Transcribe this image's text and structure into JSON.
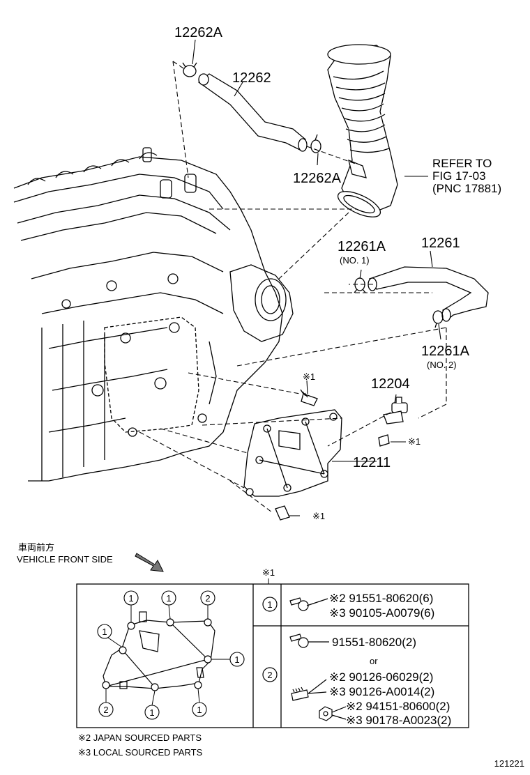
{
  "callouts": {
    "c12262a_top": "12262A",
    "c12262": "12262",
    "c12262a_mid": "12262A",
    "refer_1": "REFER TO",
    "refer_2": "FIG 17-03",
    "refer_3": "(PNC 17881)",
    "c12261a_top": "12261A",
    "c12261a_top_sub": "(NO. 1)",
    "c12261": "12261",
    "c12261a_bot": "12261A",
    "c12261a_bot_sub": "(NO. 2)",
    "c12204": "12204",
    "c12211": "12211",
    "note1_stud": "※1",
    "note1_nut": "※1",
    "note1_bolt": "※1"
  },
  "direction": {
    "japanese": "車両前方",
    "english": "VEHICLE FRONT SIDE"
  },
  "table": {
    "header_note": "※1",
    "row1": {
      "key": "1",
      "lines": [
        "※2 91551-80620(6)",
        "※3 90105-A0079(6)"
      ]
    },
    "row2": {
      "key": "2",
      "line1": "91551-80620(2)",
      "or": "or",
      "lines": [
        "※2 90126-06029(2)",
        "※3 90126-A0014(2)",
        "※2 94151-80600(2)",
        "※3 90178-A0023(2)"
      ]
    },
    "diagram_marks": [
      "1",
      "1",
      "2",
      "1",
      "1",
      "2",
      "1",
      "1"
    ]
  },
  "footnotes": {
    "n2": "※2 JAPAN SOURCED PARTS",
    "n3": "※3 LOCAL SOURCED PARTS"
  },
  "figure_id": "121221"
}
